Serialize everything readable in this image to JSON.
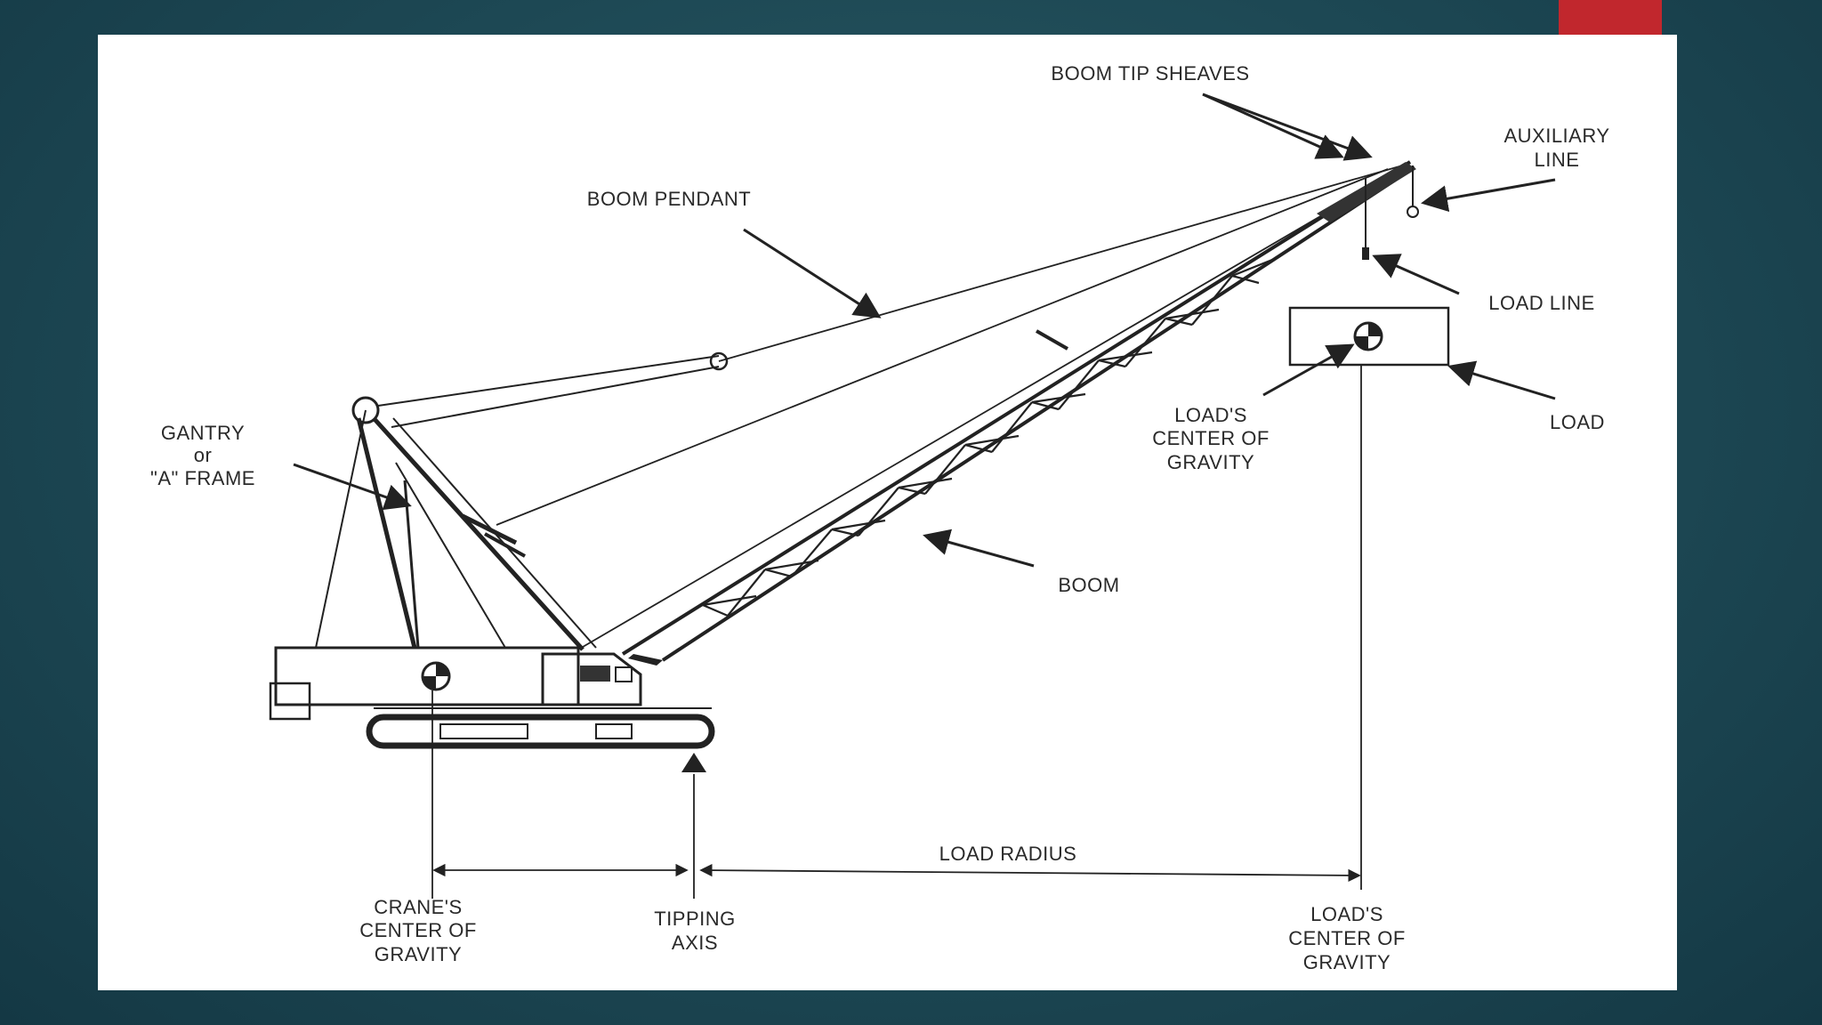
{
  "colors": {
    "background": "#1d4854",
    "panel": "#ffffff",
    "accent": "#c1272d",
    "ink": "#222222"
  },
  "labels": {
    "boom_tip_sheaves": "BOOM TIP SHEAVES",
    "auxiliary_line_1": "AUXILIARY",
    "auxiliary_line_2": "LINE",
    "boom_pendant": "BOOM PENDANT",
    "load_line": "LOAD LINE",
    "load": "LOAD",
    "gantry_1": "GANTRY",
    "gantry_2": "or",
    "gantry_3": "\"A\" FRAME",
    "load_cog_upper_1": "LOAD'S",
    "load_cog_upper_2": "CENTER OF",
    "load_cog_upper_3": "GRAVITY",
    "boom": "BOOM",
    "load_radius": "LOAD RADIUS",
    "crane_cog_1": "CRANE'S",
    "crane_cog_2": "CENTER OF",
    "crane_cog_3": "GRAVITY",
    "tipping_1": "TIPPING",
    "tipping_2": "AXIS",
    "load_cog_lower_1": "LOAD'S",
    "load_cog_lower_2": "CENTER OF",
    "load_cog_lower_3": "GRAVITY"
  }
}
